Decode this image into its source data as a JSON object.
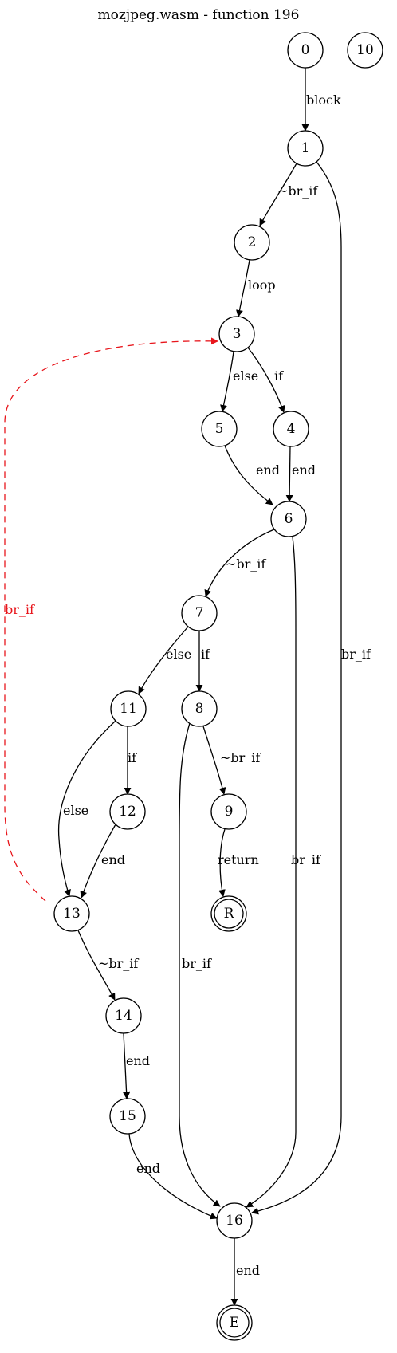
{
  "title": "mozjpeg.wasm - function 196",
  "colors": {
    "ink": "#000000",
    "back_edge": "#e8161c",
    "background": "#ffffff"
  },
  "nodes": [
    {
      "id": "0",
      "label": "0",
      "kind": "normal"
    },
    {
      "id": "10",
      "label": "10",
      "kind": "normal"
    },
    {
      "id": "1",
      "label": "1",
      "kind": "normal"
    },
    {
      "id": "2",
      "label": "2",
      "kind": "normal"
    },
    {
      "id": "3",
      "label": "3",
      "kind": "normal"
    },
    {
      "id": "5",
      "label": "5",
      "kind": "normal"
    },
    {
      "id": "4",
      "label": "4",
      "kind": "normal"
    },
    {
      "id": "6",
      "label": "6",
      "kind": "normal"
    },
    {
      "id": "7",
      "label": "7",
      "kind": "normal"
    },
    {
      "id": "11",
      "label": "11",
      "kind": "normal"
    },
    {
      "id": "8",
      "label": "8",
      "kind": "normal"
    },
    {
      "id": "12",
      "label": "12",
      "kind": "normal"
    },
    {
      "id": "9",
      "label": "9",
      "kind": "normal"
    },
    {
      "id": "R",
      "label": "R",
      "kind": "terminal"
    },
    {
      "id": "13",
      "label": "13",
      "kind": "normal"
    },
    {
      "id": "14",
      "label": "14",
      "kind": "normal"
    },
    {
      "id": "15",
      "label": "15",
      "kind": "normal"
    },
    {
      "id": "16",
      "label": "16",
      "kind": "normal"
    },
    {
      "id": "E",
      "label": "E",
      "kind": "terminal"
    }
  ],
  "edges": [
    {
      "from": "0",
      "to": "1",
      "label": "block",
      "style": "solid"
    },
    {
      "from": "1",
      "to": "2",
      "label": "~br_if",
      "style": "solid"
    },
    {
      "from": "1",
      "to": "16",
      "label": "br_if",
      "style": "solid"
    },
    {
      "from": "2",
      "to": "3",
      "label": "loop",
      "style": "solid"
    },
    {
      "from": "3",
      "to": "5",
      "label": "else",
      "style": "solid"
    },
    {
      "from": "3",
      "to": "4",
      "label": "if",
      "style": "solid"
    },
    {
      "from": "5",
      "to": "6",
      "label": "end",
      "style": "solid"
    },
    {
      "from": "4",
      "to": "6",
      "label": "end",
      "style": "solid"
    },
    {
      "from": "6",
      "to": "7",
      "label": "~br_if",
      "style": "solid"
    },
    {
      "from": "6",
      "to": "16",
      "label": "br_if",
      "style": "solid"
    },
    {
      "from": "7",
      "to": "11",
      "label": "else",
      "style": "solid"
    },
    {
      "from": "7",
      "to": "8",
      "label": "if",
      "style": "solid"
    },
    {
      "from": "11",
      "to": "12",
      "label": "if",
      "style": "solid"
    },
    {
      "from": "11",
      "to": "13",
      "label": "else",
      "style": "solid"
    },
    {
      "from": "12",
      "to": "13",
      "label": "end",
      "style": "solid"
    },
    {
      "from": "8",
      "to": "9",
      "label": "~br_if",
      "style": "solid"
    },
    {
      "from": "8",
      "to": "16",
      "label": "br_if",
      "style": "solid"
    },
    {
      "from": "9",
      "to": "R",
      "label": "return",
      "style": "solid"
    },
    {
      "from": "13",
      "to": "3",
      "label": "br_if",
      "style": "dashed-back"
    },
    {
      "from": "13",
      "to": "14",
      "label": "~br_if",
      "style": "solid"
    },
    {
      "from": "14",
      "to": "15",
      "label": "end",
      "style": "solid"
    },
    {
      "from": "15",
      "to": "16",
      "label": "end",
      "style": "solid"
    },
    {
      "from": "16",
      "to": "E",
      "label": "end",
      "style": "solid"
    }
  ]
}
